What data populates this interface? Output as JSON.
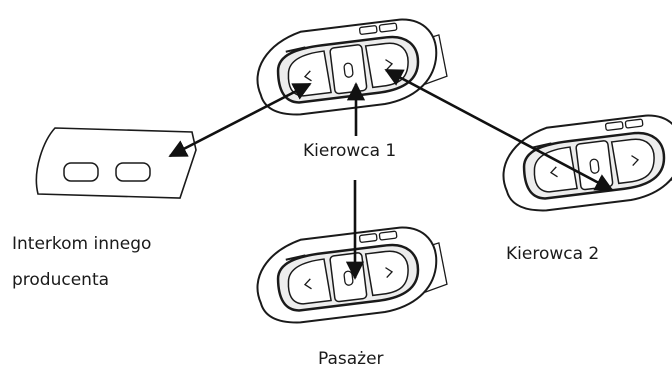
{
  "labels": {
    "driver_1": "Kierowca 1",
    "driver_2": "Kierowca 2",
    "passenger": "Pasażer",
    "other_intercom_line1": "Interkom innego",
    "other_intercom_line2": "producenta"
  },
  "colors": {
    "stroke": "#1a1a1a",
    "device_fill": "#ffffff",
    "button_fill": "#ededed",
    "arrow": "#111111"
  },
  "icons": {
    "left_button": "chevron-left",
    "center_button": "zero",
    "right_button": "chevron-right"
  }
}
